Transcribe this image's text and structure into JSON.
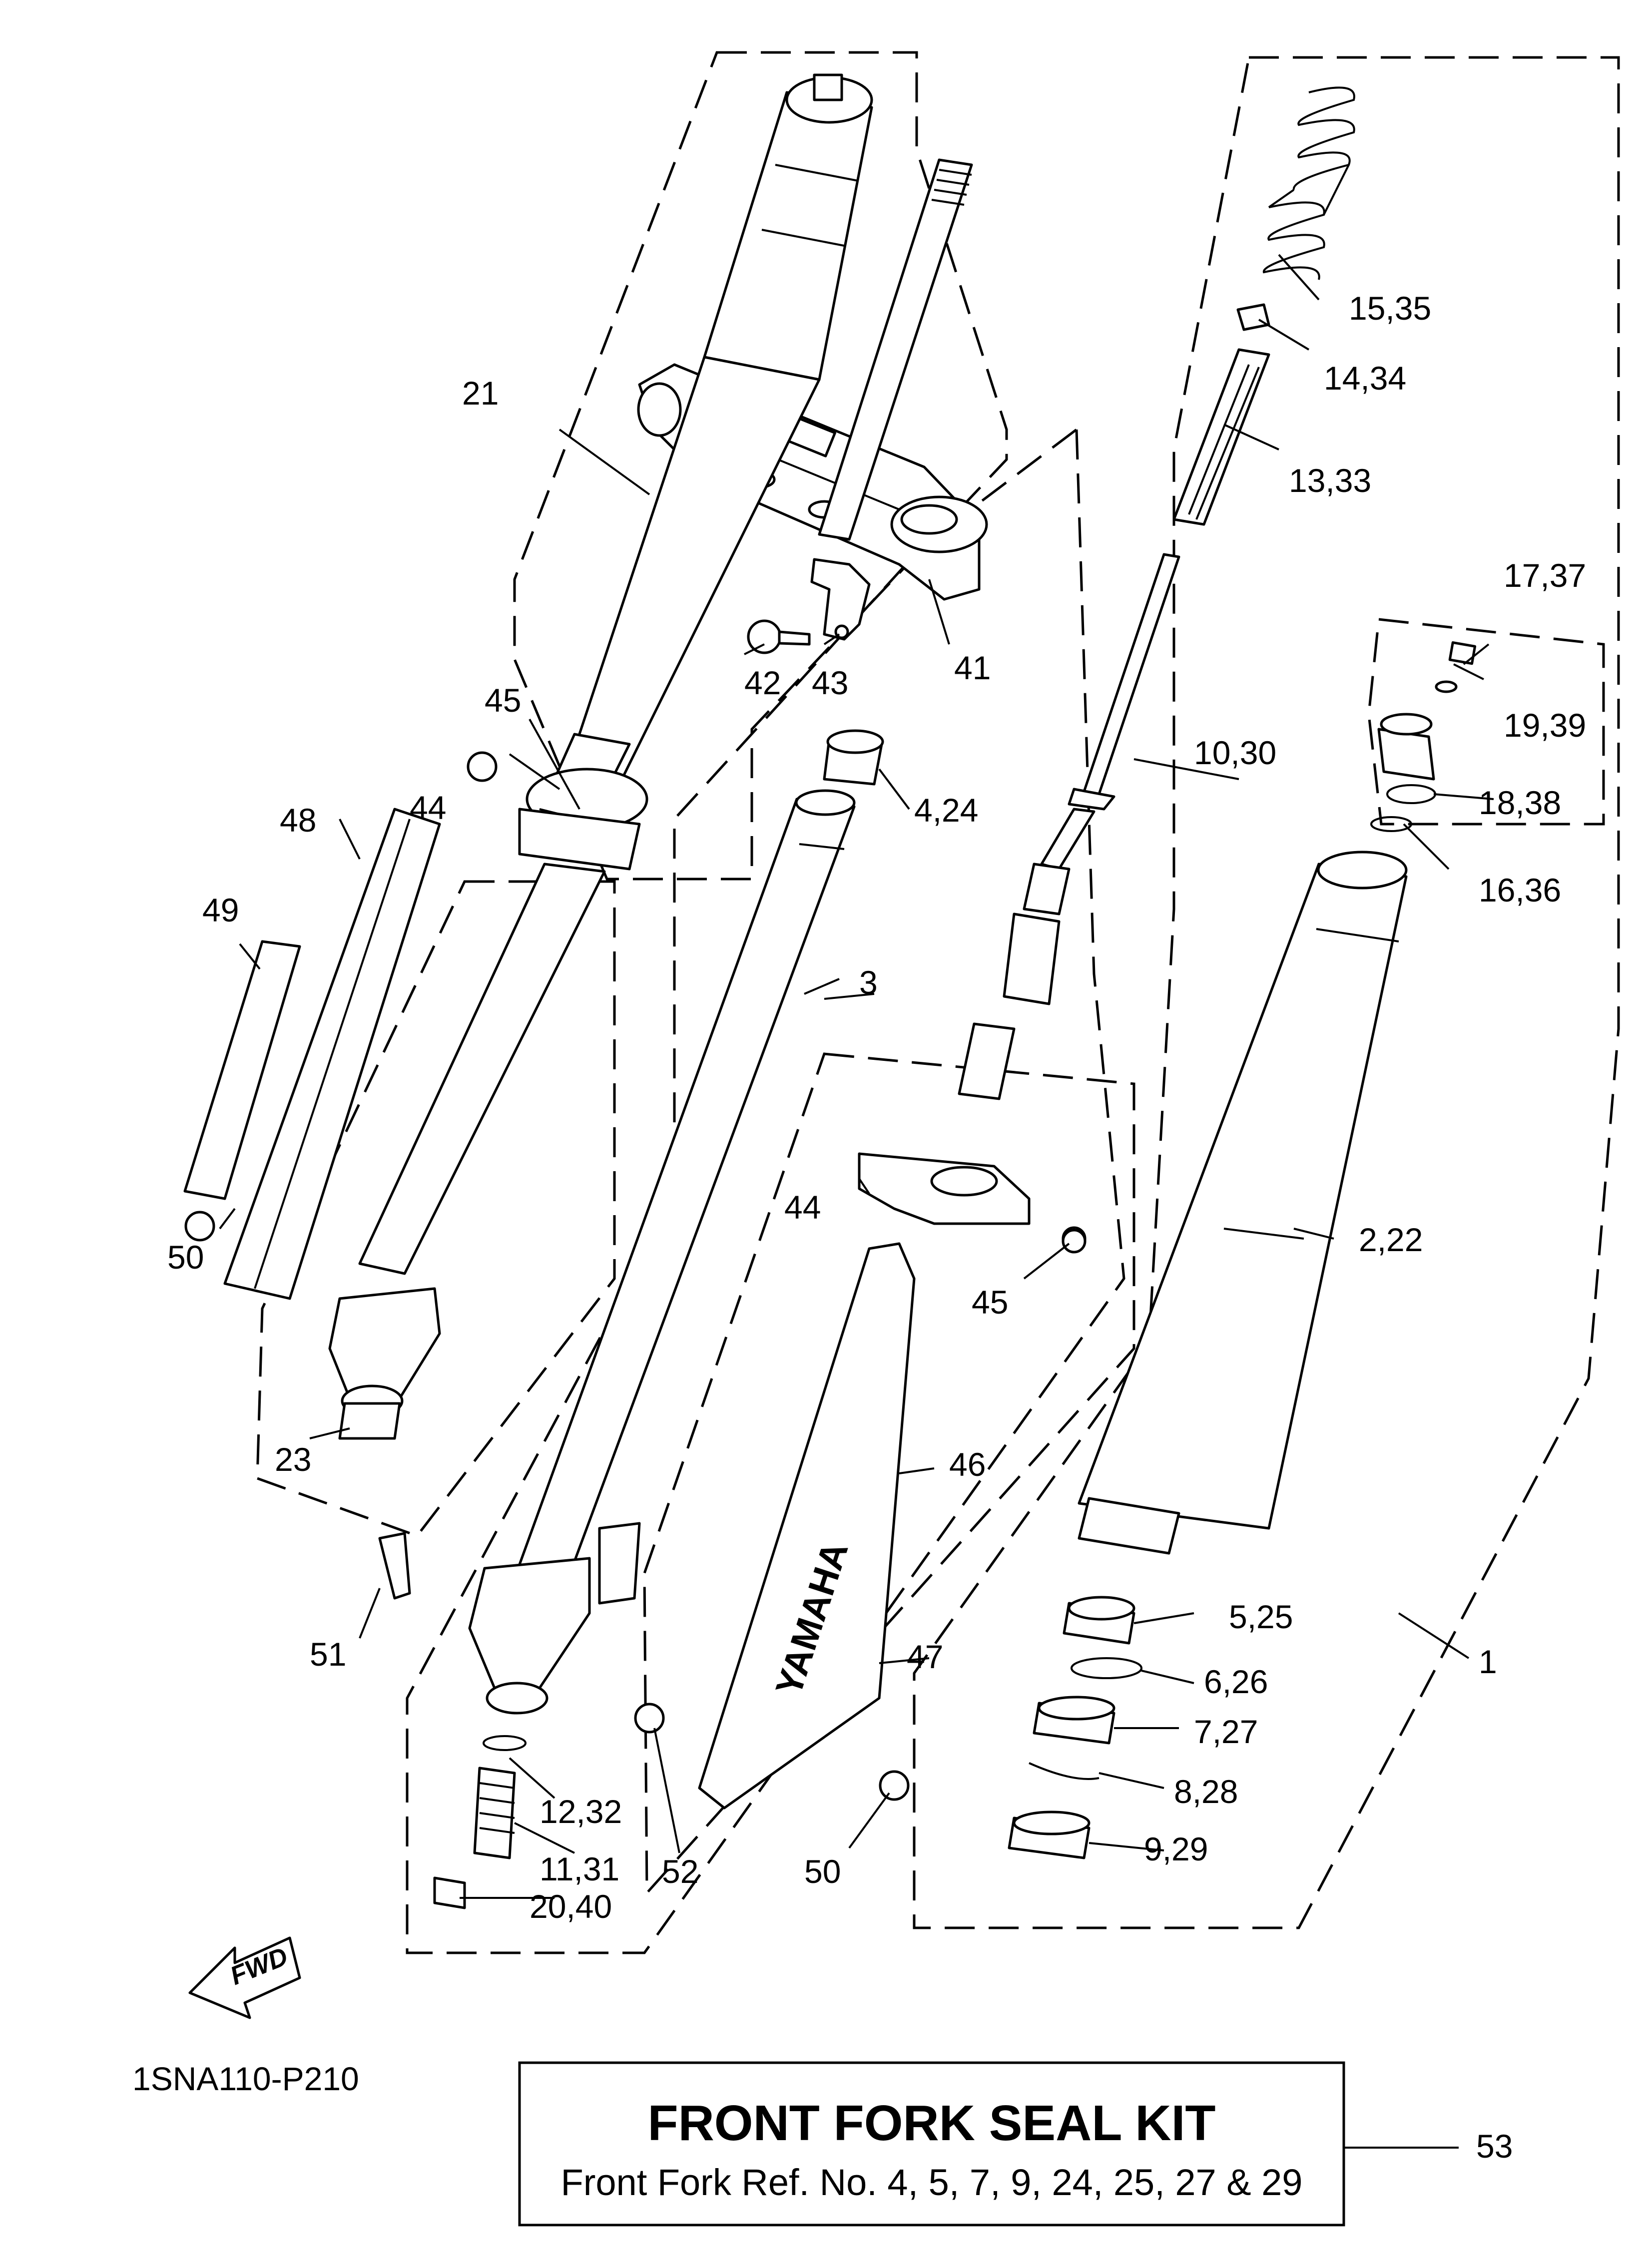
{
  "diagram_code": "1SNA110-P210",
  "fwd_label": "FWD",
  "brand_label": "YAMAHA",
  "seal_kit": {
    "title": "FRONT FORK SEAL KIT",
    "subtitle": "Front Fork Ref. No. 4, 5, 7, 9, 24, 25, 27 & 29",
    "ref_number": "53"
  },
  "callouts": {
    "c1": "1",
    "c2_22": "2,22",
    "c3": "3",
    "c4_24": "4,24",
    "c5_25": "5,25",
    "c6_26": "6,26",
    "c7_27": "7,27",
    "c8_28": "8,28",
    "c9_29": "9,29",
    "c10_30": "10,30",
    "c11_31": "11,31",
    "c12_32": "12,32",
    "c13_33": "13,33",
    "c14_34": "14,34",
    "c15_35": "15,35",
    "c16_36": "16,36",
    "c17_37": "17,37",
    "c18_38": "18,38",
    "c19_39": "19,39",
    "c20_40": "20,40",
    "c21": "21",
    "c23": "23",
    "c41": "41",
    "c42": "42",
    "c43": "43",
    "c44_top": "44",
    "c44_bottom": "44",
    "c45_top": "45",
    "c45_bottom": "45",
    "c46": "46",
    "c47": "47",
    "c48": "48",
    "c49": "49",
    "c50_left": "50",
    "c50_bottom": "50",
    "c51": "51",
    "c52": "52"
  }
}
